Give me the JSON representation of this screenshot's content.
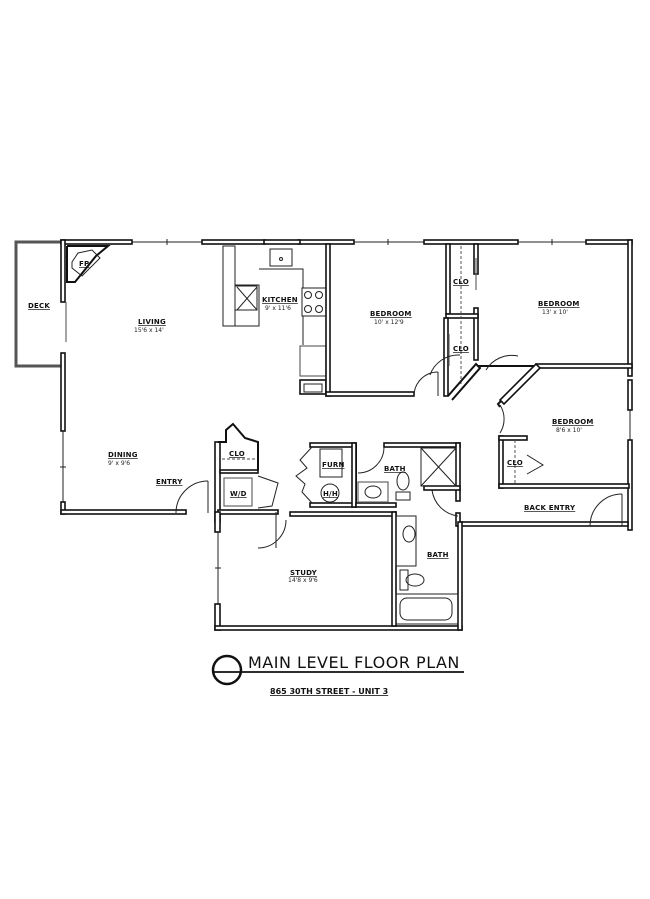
{
  "title": {
    "main": "MAIN LEVEL FLOOR PLAN",
    "address": "865 30TH STREET - UNIT 3"
  },
  "rooms": {
    "deck": {
      "name": "DECK"
    },
    "fireplace": {
      "name": "FP"
    },
    "living": {
      "name": "LIVING",
      "size": "15'6 x 14'"
    },
    "kitchen": {
      "name": "KITCHEN",
      "size": "9' x 11'6"
    },
    "bedroom1": {
      "name": "BEDROOM",
      "size": "10' x 12'9"
    },
    "bedroom2": {
      "name": "BEDROOM",
      "size": "13' x 10'"
    },
    "bedroom3": {
      "name": "BEDROOM",
      "size": "8'6 x 10'"
    },
    "closet1": {
      "name": "CLO"
    },
    "closet2": {
      "name": "CLO"
    },
    "closet3": {
      "name": "CLO"
    },
    "closet_entry": {
      "name": "CLO"
    },
    "dining": {
      "name": "DINING",
      "size": "9' x 9'6"
    },
    "entry": {
      "name": "ENTRY"
    },
    "laundry": {
      "name": "W/D"
    },
    "furnace": {
      "name": "FURN"
    },
    "water_heater": {
      "name": "H/H"
    },
    "bath1": {
      "name": "BATH"
    },
    "bath2": {
      "name": "BATH"
    },
    "study": {
      "name": "STUDY",
      "size": "14'8 x 9'6"
    },
    "back_entry": {
      "name": "BACK ENTRY"
    }
  }
}
